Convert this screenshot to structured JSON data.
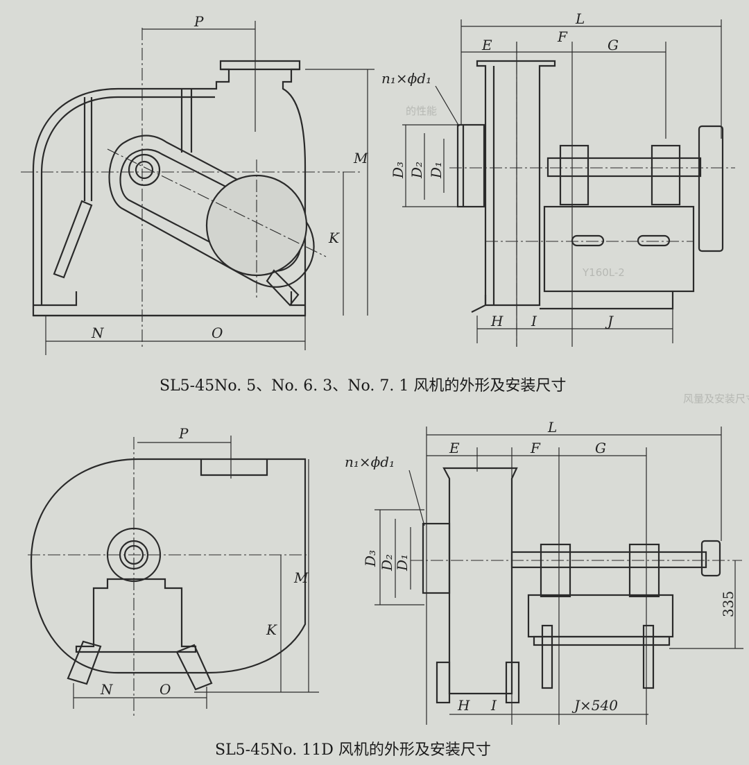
{
  "top": {
    "caption": "SL5-45No. 5、No. 6. 3、No. 7. 1 风机的外形及安装尺寸",
    "labels": {
      "P": "P",
      "M": "M",
      "K": "K",
      "N": "N",
      "O": "O",
      "L": "L",
      "E": "E",
      "F": "F",
      "G": "G",
      "H": "H",
      "I": "I",
      "J": "J",
      "n1d1": "n₁×ϕd₁",
      "D3": "D₃",
      "D2": "D₂",
      "D1": "D₁"
    }
  },
  "bottom": {
    "caption": "SL5-45No. 11D 风机的外形及安装尺寸",
    "labels": {
      "P": "P",
      "M": "M",
      "K": "K",
      "N": "N",
      "O": "O",
      "L": "L",
      "E": "E",
      "F": "F",
      "G": "G",
      "H": "H",
      "I": "I",
      "J540": "J×540",
      "n1d1": "n₁×ϕd₁",
      "D3": "D₃",
      "D2": "D₂",
      "D1": "D₁",
      "h335": "335"
    }
  },
  "background_text": {
    "line1": "的性能",
    "line2": "Y160L-2",
    "line3": "风量及安装尺寸"
  }
}
